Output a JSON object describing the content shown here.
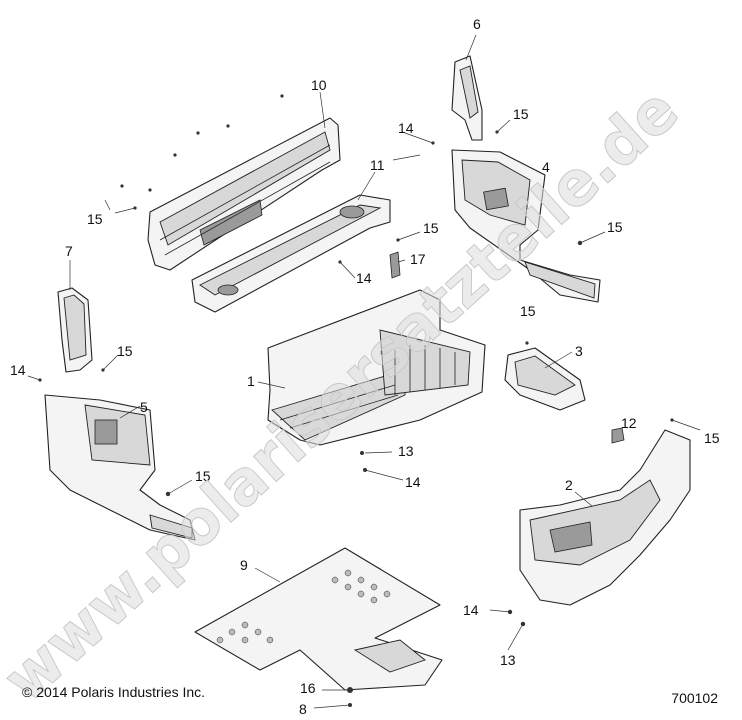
{
  "watermark": "www.polarisersatzteile.de",
  "copyright": "© 2014 Polaris Industries Inc.",
  "diagram_code": "700102",
  "callouts": {
    "c1": "1",
    "c2": "2",
    "c3": "3",
    "c4": "4",
    "c5": "5",
    "c6": "6",
    "c7": "7",
    "c8": "8",
    "c9": "9",
    "c10": "10",
    "c11": "11",
    "c12": "12",
    "c13a": "13",
    "c13b": "13",
    "c14a": "14",
    "c14b": "14",
    "c14c": "14",
    "c14d": "14",
    "c14e": "14",
    "c15a": "15",
    "c15b": "15",
    "c15c": "15",
    "c15d": "15",
    "c15e": "15",
    "c15f": "15",
    "c15g": "15",
    "c15h": "15",
    "c16": "16",
    "c17": "17"
  }
}
